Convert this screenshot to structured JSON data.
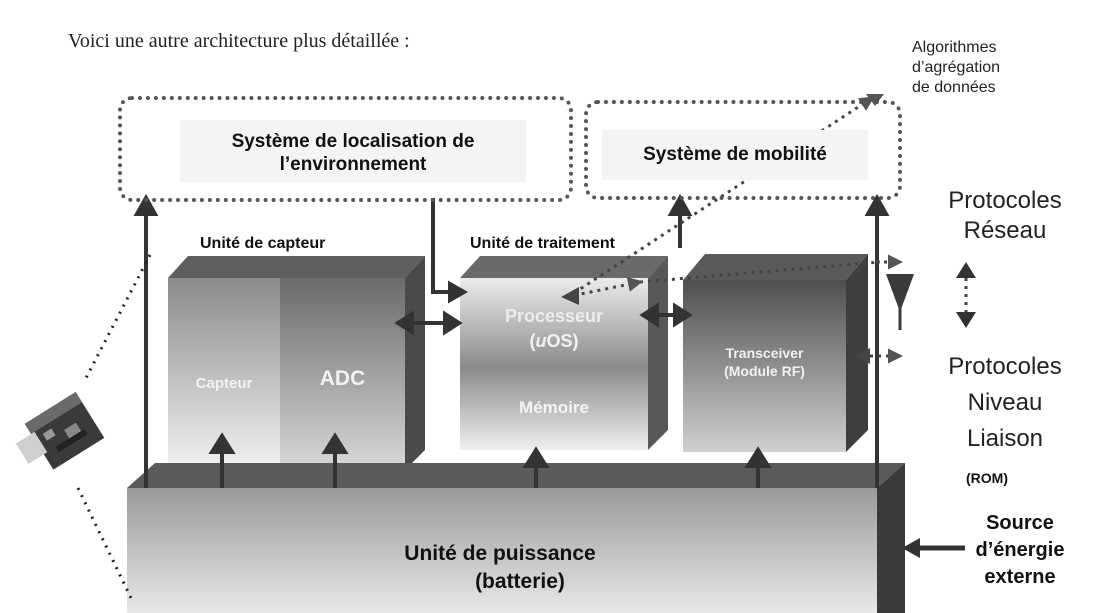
{
  "intro": "Voici une autre architecture plus détaillée :",
  "algorithmes": [
    "Algorithmes",
    "d’agrégation",
    "de données"
  ],
  "systeme_localisation": [
    "Système de localisation de",
    "l’environnement"
  ],
  "systeme_mobilite": "Système de mobilité",
  "unite_capteur": "Unité de capteur",
  "unite_traitement": "Unité de traitement",
  "capteur": "Capteur",
  "adc": "ADC",
  "processeur": "Processeur",
  "uos_u": "u",
  "uos_rest": "OS)",
  "uos_open": "(",
  "memoire": "Mémoire",
  "transceiver": [
    "Transceiver",
    "(Module RF)"
  ],
  "protocoles_reseau": [
    "Protocoles",
    "Réseau"
  ],
  "protocoles_liaison": [
    "Protocoles",
    "Niveau",
    "Liaison"
  ],
  "rom": "(ROM)",
  "source_energie": [
    "Source",
    "d’énergie",
    "externe"
  ],
  "unite_puissance": [
    "Unité de puissance",
    "(batterie)"
  ]
}
